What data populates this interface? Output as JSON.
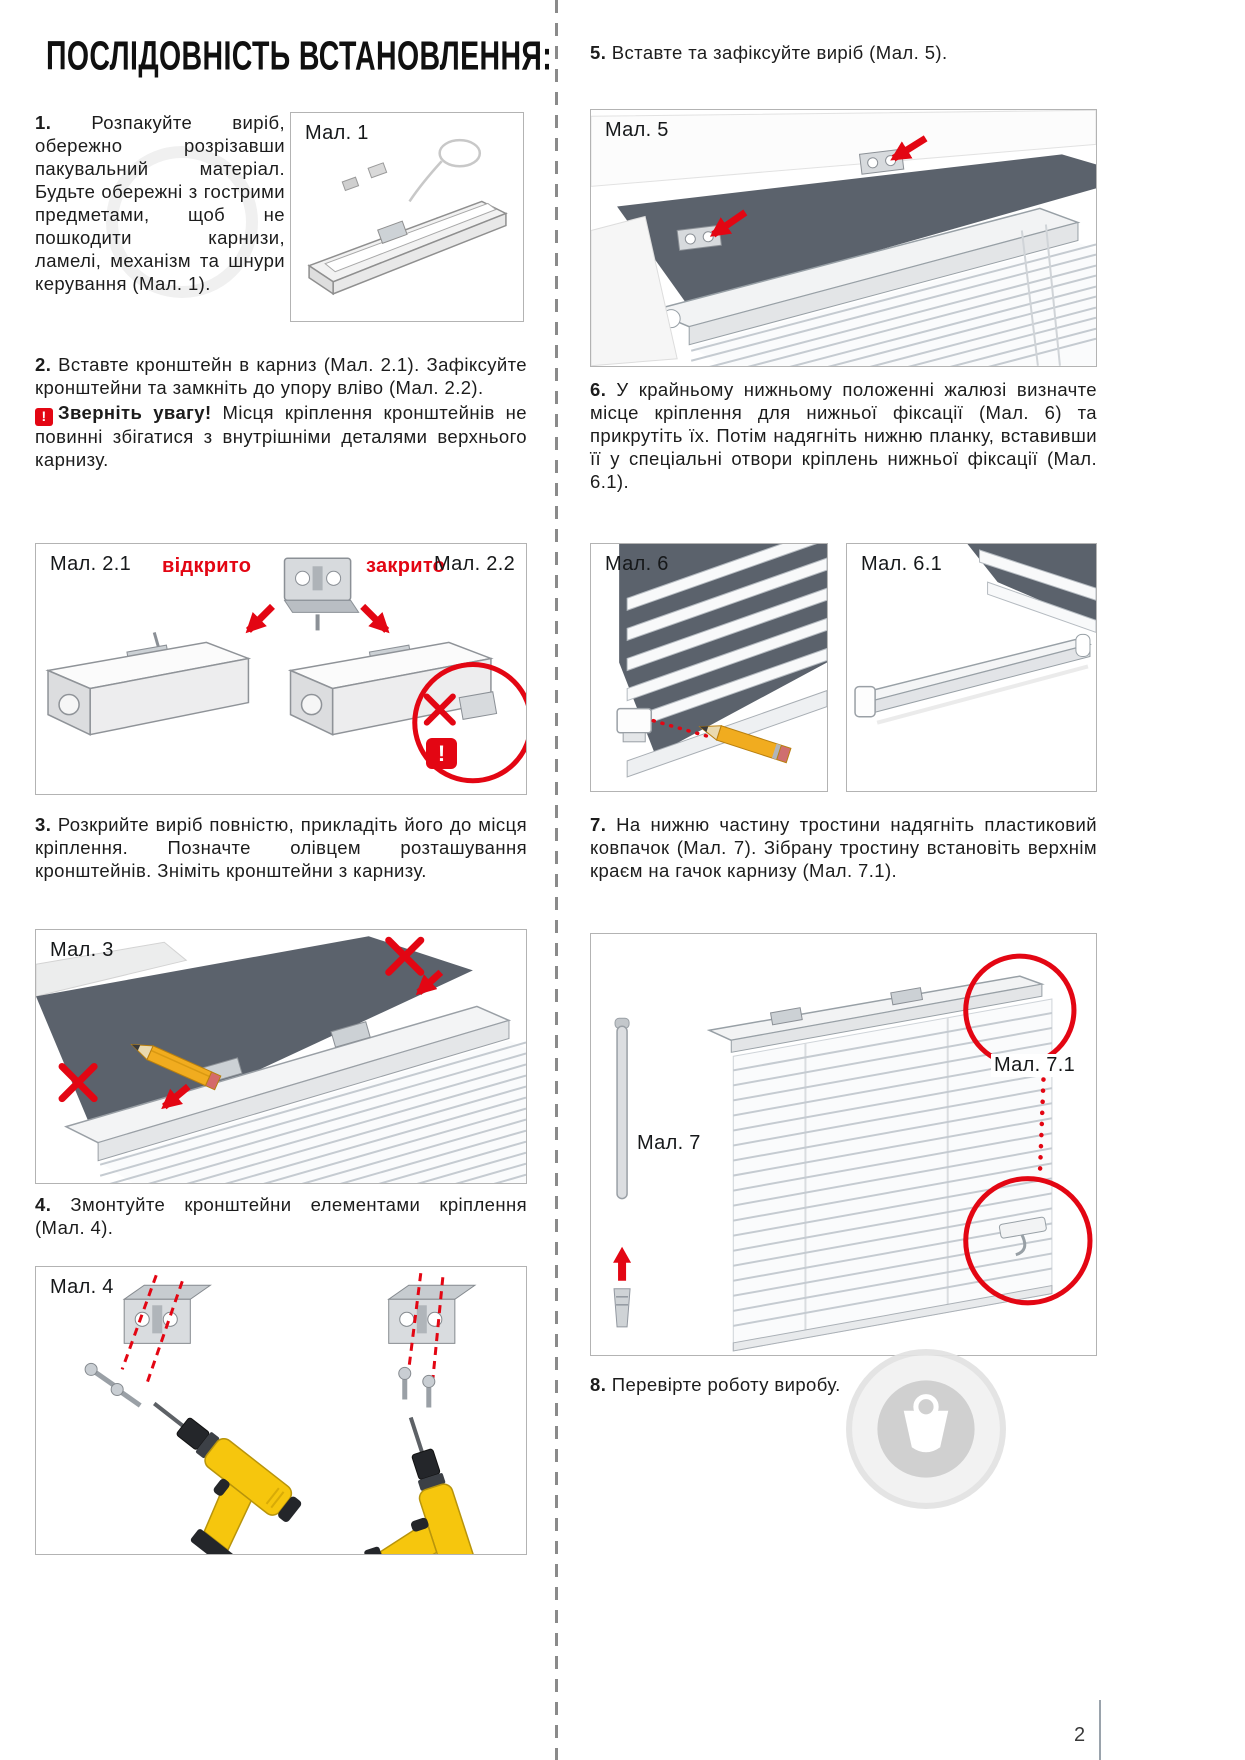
{
  "page": {
    "title": "ПОСЛІДОВНІСТЬ ВСТАНОВЛЕННЯ:",
    "number": "2"
  },
  "steps": {
    "s1": {
      "num": "1.",
      "text": "Розпакуйте виріб, обережно розрізавши пакувальний матеріал. Будьте обережні з гострими предметами, щоб не пошкодити карнизи, ламелі, механізм та шнури керування (Мал. 1)."
    },
    "s2": {
      "num": "2.",
      "text": "Вставте кронштейн в карниз (Мал. 2.1). Зафіксуйте кронштейни та замкніть до упору вліво (Мал. 2.2)."
    },
    "s2warn": {
      "icon": "!",
      "title": "Зверніть увагу!",
      "text": "Місця кріплення кронштейнів не повинні збігатися з внутрішніми деталями верхнього карнизу."
    },
    "s3": {
      "num": "3.",
      "text": "Розкрийте виріб повністю, прикладіть його до місця кріплення. Позначте олівцем розташування кронштейнів. Зніміть кронштейни з карнизу."
    },
    "s4": {
      "num": "4.",
      "text": "Змонтуйте кронштейни елементами кріплення (Мал. 4)."
    },
    "s5": {
      "num": "5.",
      "text": "Вставте та зафіксуйте виріб (Мал. 5)."
    },
    "s6": {
      "num": "6.",
      "text": "У крайньому нижньому положенні жалюзі визначте місце кріплення для нижньої фіксації (Мал. 6) та прикрутіть їх. Потім надягніть нижню планку, вставивши її у спеціальні отвори кріплень нижньої фіксації (Мал. 6.1)."
    },
    "s7": {
      "num": "7.",
      "text": "На нижню частину тростини надягніть пластиковий ковпачок (Мал. 7). Зібрану тростину встановіть верхнім краєм на гачок карнизу (Мал. 7.1)."
    },
    "s8": {
      "num": "8.",
      "text": "Перевірте роботу виробу."
    }
  },
  "figures": {
    "f1": {
      "label": "Мал. 1"
    },
    "f2": {
      "label_left": "Мал. 2.1",
      "label_right": "Мал. 2.2",
      "open": "відкрито",
      "closed": "закрито",
      "warn": "!"
    },
    "f3": {
      "label": "Мал. 3"
    },
    "f4": {
      "label": "Мал. 4"
    },
    "f5": {
      "label": "Мал. 5"
    },
    "f6": {
      "label": "Мал. 6"
    },
    "f61": {
      "label": "Мал. 6.1"
    },
    "f7": {
      "label": "Мал. 7",
      "label_detail": "Мал. 7.1"
    }
  },
  "colors": {
    "accent_red": "#e30613",
    "dark_slate": "#5b626c",
    "pencil_yellow": "#f1ac1f",
    "drill_yellow": "#f6c60d"
  }
}
